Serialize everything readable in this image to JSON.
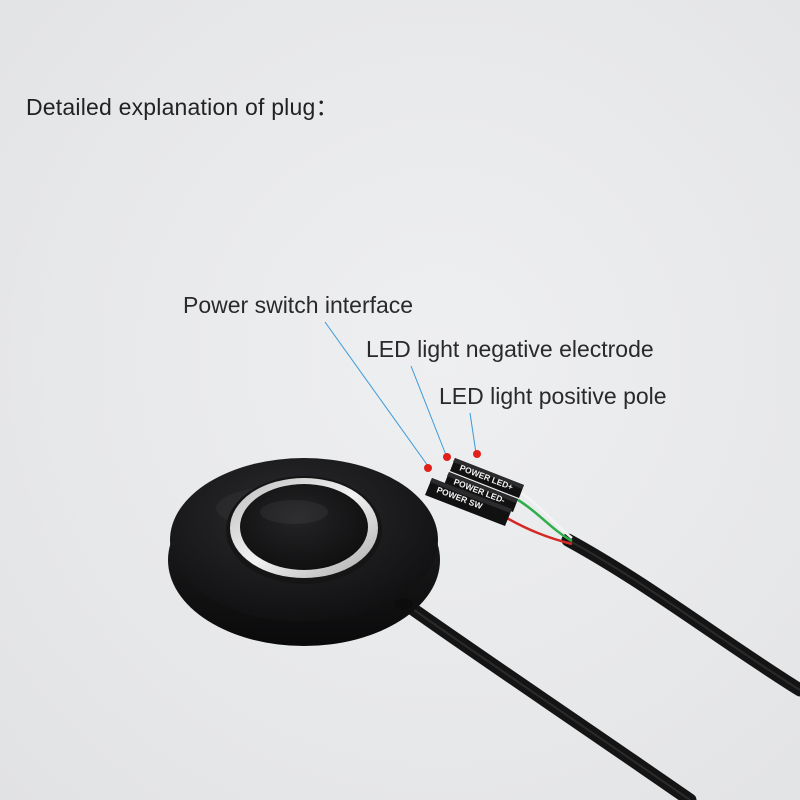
{
  "heading": "Detailed explanation of plug：",
  "labels": {
    "power_switch": "Power switch interface",
    "led_negative": "LED light negative electrode",
    "led_positive": "LED light positive pole"
  },
  "connectors": {
    "led_positive": "POWER LED+",
    "led_negative": "POWER LED-",
    "power_switch": "POWER SW"
  },
  "colors": {
    "background": "#e9eaec",
    "callout_line": "#3a9ad9",
    "callout_dot": "#e0201b",
    "device_body": "#1b1b1d",
    "button_ring": "#e8e8e8",
    "wire_green": "#2fae4a",
    "wire_red": "#d42a26",
    "wire_white": "#f4f4f4"
  }
}
